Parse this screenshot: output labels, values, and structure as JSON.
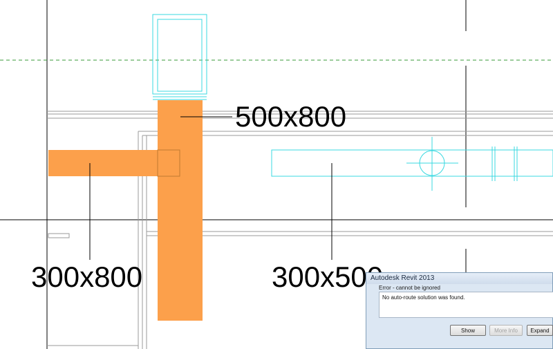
{
  "drawing": {
    "labels": {
      "top_duct": "500x800",
      "left_duct": "300x800",
      "right_duct": "300x500"
    },
    "colors": {
      "duct_fill": "#fca04b",
      "cyan_outline": "#38d8e0",
      "grid_line": "#000000",
      "level_line": "#3a9a3a"
    }
  },
  "dialog": {
    "title": "Autodesk Revit 2013",
    "heading": "Error - cannot be ignored",
    "message": "No auto-route solution was found.",
    "buttons": {
      "show": "Show",
      "more_info": "More Info",
      "expand": "Expand"
    }
  }
}
